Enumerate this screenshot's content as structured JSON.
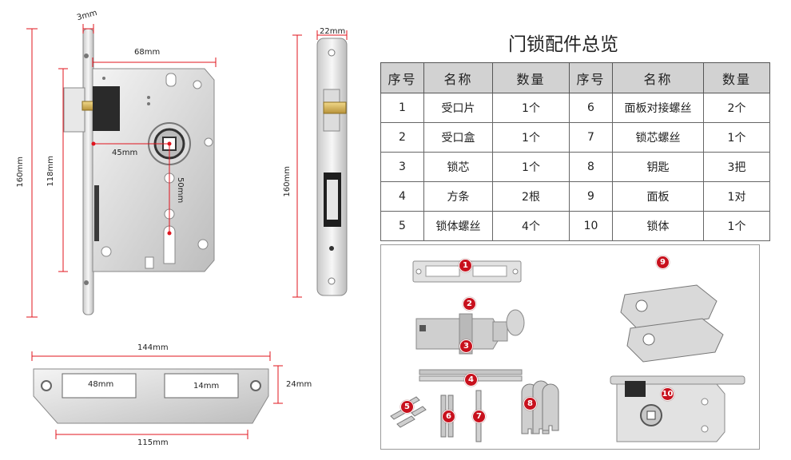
{
  "title": "门锁配件总览",
  "table": {
    "headers": [
      "序号",
      "名称",
      "数量",
      "序号",
      "名称",
      "数量"
    ],
    "rows": [
      [
        "1",
        "受口片",
        "1个",
        "6",
        "面板对接螺丝",
        "2个"
      ],
      [
        "2",
        "受口盒",
        "1个",
        "7",
        "锁芯螺丝",
        "1个"
      ],
      [
        "3",
        "锁芯",
        "1个",
        "8",
        "钥匙",
        "3把"
      ],
      [
        "4",
        "方条",
        "2根",
        "9",
        "面板",
        "1对"
      ],
      [
        "5",
        "锁体螺丝",
        "4个",
        "10",
        "锁体",
        "1个"
      ]
    ]
  },
  "dimensions": {
    "plate_thickness": "3mm",
    "body_width": "68mm",
    "body_height": "118mm",
    "total_height": "160mm",
    "backset": "45mm",
    "center_distance": "50mm",
    "faceplate_width": "22mm",
    "faceplate_height": "160mm",
    "strike_length": "144mm",
    "strike_slot": "48mm",
    "strike_slot_height": "14mm",
    "strike_height": "24mm",
    "strike_inner": "115mm"
  },
  "callouts": [
    "1",
    "2",
    "3",
    "4",
    "5",
    "6",
    "7",
    "8",
    "9",
    "10"
  ],
  "colors": {
    "dim_line": "#e0141e",
    "header_bg": "#d2d2d2",
    "badge": "#c8111d"
  }
}
